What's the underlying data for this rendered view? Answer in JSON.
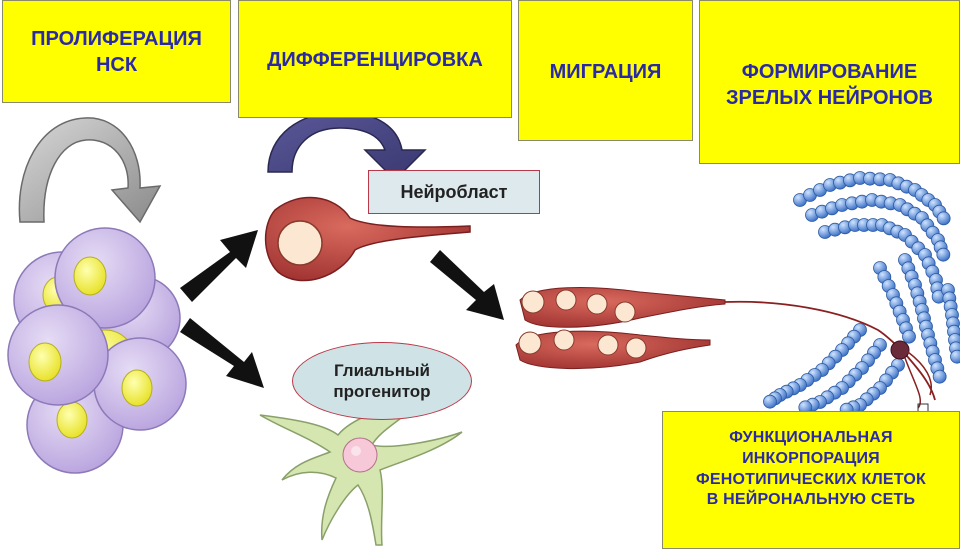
{
  "stages": {
    "proliferation": [
      "ПРОЛИФЕРАЦИЯ",
      "НСК"
    ],
    "differentiation": "ДИФФЕРЕНЦИРОВКА",
    "migration": "МИГРАЦИЯ",
    "maturation": [
      "ФОРМИРОВАНИЕ",
      "ЗРЕЛЫХ НЕЙРОНОВ"
    ],
    "incorporation": [
      "ФУНКЦИОНАЛЬНАЯ",
      "ИНКОРПОРАЦИЯ",
      "ФЕНОТИПИЧЕСКИХ КЛЕТОК",
      "В НЕЙРОНАЛЬНУЮ СЕТЬ"
    ]
  },
  "labels": {
    "neuroblast": "Нейробласт",
    "glial_progenitor": [
      "Глиальный",
      "прогенитор"
    ]
  },
  "colors": {
    "stage_box_fill": "#ffff00",
    "stage_text": "#2a2aa6",
    "stem_cell": "#c8b7e6",
    "nucleus_yellow": "#f3f05a",
    "neuroblast": "#b83a3a",
    "glial_cell": "#d6e6b0",
    "network_bead": "#5a8ed6"
  }
}
